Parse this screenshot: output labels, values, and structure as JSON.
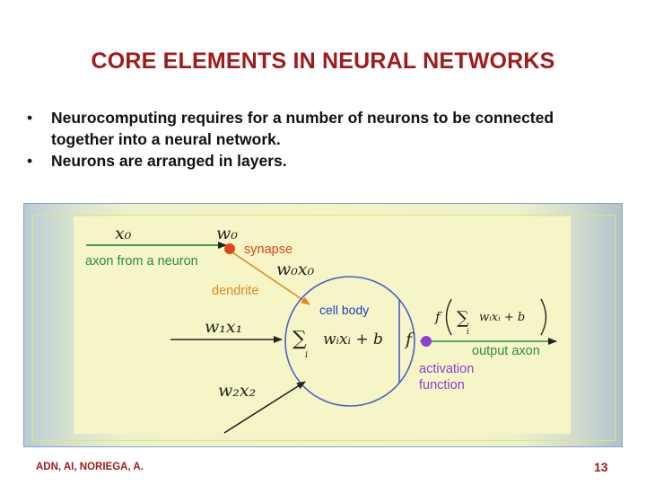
{
  "slide": {
    "title": "CORE ELEMENTS IN NEURAL NETWORKS",
    "bullets": [
      "Neurocomputing requires for a number of neurons to be connected together into a neural network.",
      "Neurons are arranged in layers."
    ],
    "footer_author": "ADN, AI, NORIEGA, A.",
    "page_number": "13"
  },
  "diagram": {
    "x0": "x₀",
    "w0": "w₀",
    "axon_from_neuron": "axon from a neuron",
    "synapse": "synapse",
    "w0x0": "w₀x₀",
    "dendrite": "dendrite",
    "cell_body": "cell body",
    "w1x1": "w₁x₁",
    "w2x2": "w₂x₂",
    "sum_symbol": "∑",
    "sum_subscript": "i",
    "sum_expr": "wᵢxᵢ + b",
    "f_symbol": "f",
    "output_formula_f": "f",
    "output_formula_expr": "wᵢxᵢ + b",
    "output_axon": "output axon",
    "activation_line1": "activation",
    "activation_line2": "function",
    "colors": {
      "orange": "#e08a1e",
      "red_dot": "#e0461c",
      "blue": "#1f3fc4",
      "purple": "#8a3fd0",
      "green": "#2d8a4a",
      "circle": "#4760c8"
    }
  }
}
